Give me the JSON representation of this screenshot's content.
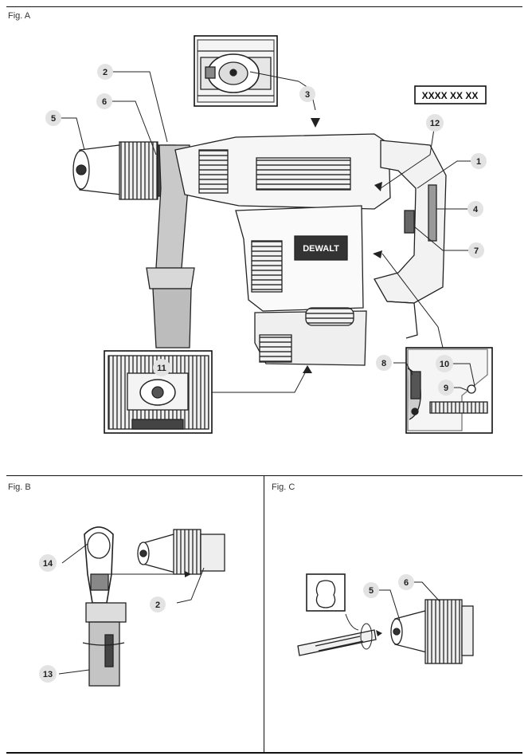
{
  "figures": {
    "a": {
      "label": "Fig. A",
      "part_number": "XXXX XX XX",
      "brand": "DEWALT"
    },
    "b": {
      "label": "Fig. B"
    },
    "c": {
      "label": "Fig. C"
    }
  },
  "callouts": {
    "a": [
      "1",
      "2",
      "3",
      "4",
      "5",
      "6",
      "7",
      "8",
      "9",
      "10",
      "11",
      "12"
    ],
    "b": [
      "14",
      "2",
      "13"
    ],
    "c": [
      "5",
      "6"
    ]
  }
}
